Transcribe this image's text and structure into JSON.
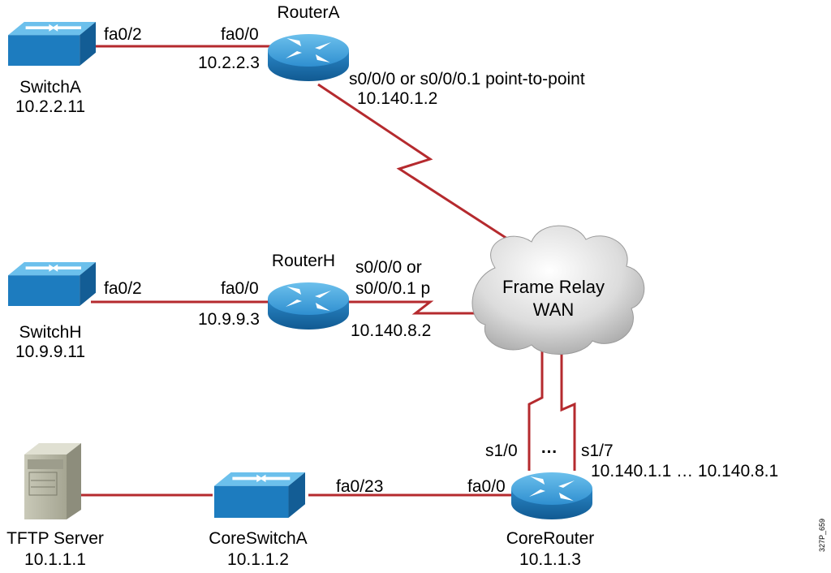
{
  "devices": {
    "switch_a": {
      "name": "SwitchA",
      "ip": "10.2.2.11"
    },
    "switch_h": {
      "name": "SwitchH",
      "ip": "10.9.9.11"
    },
    "router_a": {
      "name": "RouterA",
      "ip": "10.2.2.3",
      "serial_if": "s0/0/0 or s0/0/0.1 point-to-point",
      "serial_ip": "10.140.1.2"
    },
    "router_h": {
      "name": "RouterH",
      "ip": "10.9.9.3",
      "serial_if_line1": "s0/0/0 or",
      "serial_if_line2": "s0/0/0.1 p",
      "serial_ip": "10.140.8.2"
    },
    "tftp": {
      "name": "TFTP Server",
      "ip": "10.1.1.1"
    },
    "core_switch": {
      "name": "CoreSwitchA",
      "ip": "10.1.1.2"
    },
    "core_router": {
      "name": "CoreRouter",
      "ip": "10.1.1.3",
      "if_left": "s1/0",
      "if_right": "s1/7",
      "ellipsis": "…",
      "serial_ips": "10.140.1.1 … 10.140.8.1"
    }
  },
  "interfaces": {
    "switch_a_port": "fa0/2",
    "router_a_fa": "fa0/0",
    "switch_h_port": "fa0/2",
    "router_h_fa": "fa0/0",
    "core_switch_port": "fa0/23",
    "core_router_fa": "fa0/0"
  },
  "wan": {
    "line1": "Frame Relay",
    "line2": "WAN"
  },
  "figure_id": "327P_659",
  "colors": {
    "link": "#b52a2e",
    "device_top": "#4aa6dc",
    "device_side": "#1b78b8",
    "cloud": "#d4d4d4",
    "server": "#b8b8a8"
  }
}
